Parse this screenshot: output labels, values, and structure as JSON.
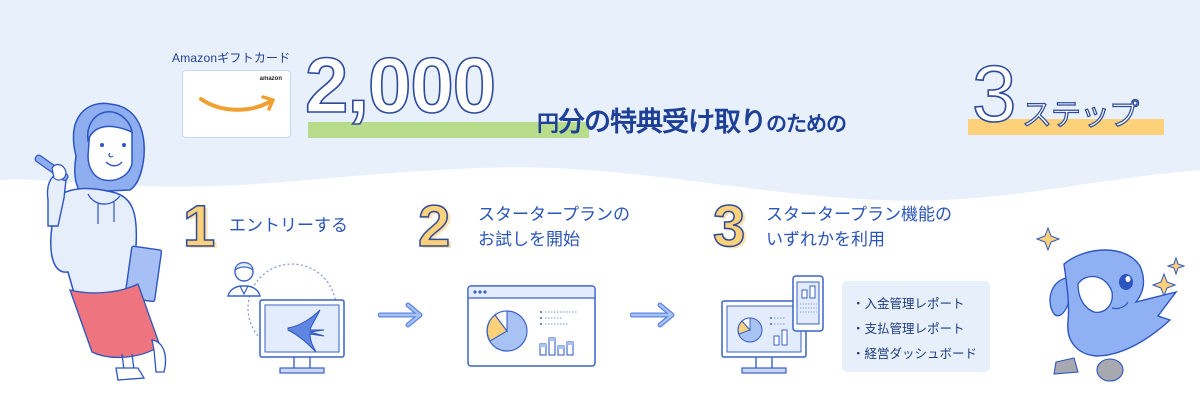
{
  "banner": {
    "gift_label": "Amazonギフトカード",
    "gift_card_brand": "amazon",
    "amount": "2,000",
    "yen": "円",
    "headline_main": "分の特典受け取り",
    "headline_tail": "のための",
    "step_count": "3",
    "step_word": "ステップ"
  },
  "steps": [
    {
      "number": "1",
      "line1": "エントリーする",
      "line2": "",
      "illustration": "user-computer-swallow-icon"
    },
    {
      "number": "2",
      "line1": "スタータープランの",
      "line2": "お試しを開始",
      "illustration": "dashboard-window-icon"
    },
    {
      "number": "3",
      "line1": "スタータープラン機能の",
      "line2": "いずれかを利用",
      "illustration": "monitor-phone-dashboard-icon"
    }
  ],
  "features": [
    "・入金管理レポート",
    "・支払管理レポート",
    "・経営ダッシュボード"
  ],
  "colors": {
    "navy": "#1d3f96",
    "blue_text": "#2a55b8",
    "light_blue_bg": "#e8f0fc",
    "green_highlight": "#b6dc8c",
    "yellow_highlight": "#fdd07a",
    "skirt_red": "#ee7480",
    "mascot_blue": "#8fb0f2"
  }
}
